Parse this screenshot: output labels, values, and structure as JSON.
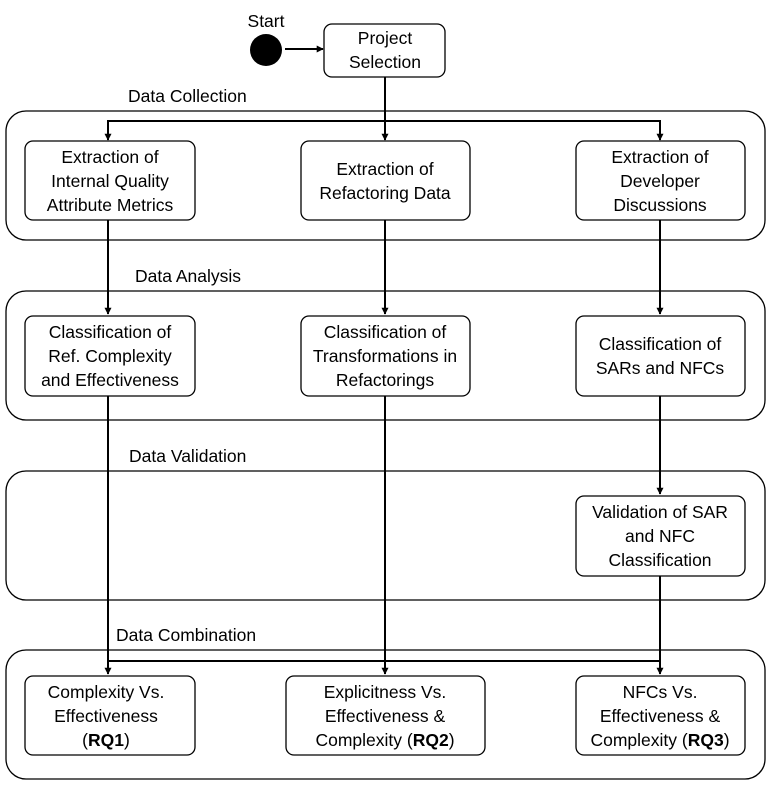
{
  "start_label": "Start",
  "phases": [
    {
      "id": "collection",
      "label": "Data Collection"
    },
    {
      "id": "analysis",
      "label": "Data Analysis"
    },
    {
      "id": "validation",
      "label": "Data Validation"
    },
    {
      "id": "combination",
      "label": "Data Combination"
    }
  ],
  "nodes": {
    "project_selection": [
      [
        "Project"
      ],
      [
        "Selection"
      ]
    ],
    "extract_metrics": [
      [
        "Extraction of"
      ],
      [
        "Internal Quality"
      ],
      [
        "Attribute Metrics"
      ]
    ],
    "extract_refactoring": [
      [
        "Extraction of"
      ],
      [
        "Refactoring Data"
      ]
    ],
    "extract_discussions": [
      [
        "Extraction of"
      ],
      [
        "Developer"
      ],
      [
        "Discussions"
      ]
    ],
    "classify_complexity": [
      [
        "Classification of"
      ],
      [
        "Ref. Complexity"
      ],
      [
        "and Effectiveness"
      ]
    ],
    "classify_transformations": [
      [
        "Classification of"
      ],
      [
        "Transformations in"
      ],
      [
        "Refactorings"
      ]
    ],
    "classify_sars": [
      [
        "Classification of"
      ],
      [
        "SARs and NFCs"
      ]
    ],
    "validate_sar": [
      [
        "Validation of SAR"
      ],
      [
        "and NFC"
      ],
      [
        "Classification"
      ]
    ],
    "rq1": [
      [
        "Complexity Vs."
      ],
      [
        "Effectiveness"
      ],
      [
        "(",
        "RQ1",
        ")"
      ]
    ],
    "rq2": [
      [
        "Explicitness Vs."
      ],
      [
        "Effectiveness &"
      ],
      [
        "Complexity (",
        "RQ2",
        ")"
      ]
    ],
    "rq3": [
      [
        "NFCs Vs."
      ],
      [
        "Effectiveness &"
      ],
      [
        "Complexity (",
        "RQ3",
        ")"
      ]
    ]
  }
}
